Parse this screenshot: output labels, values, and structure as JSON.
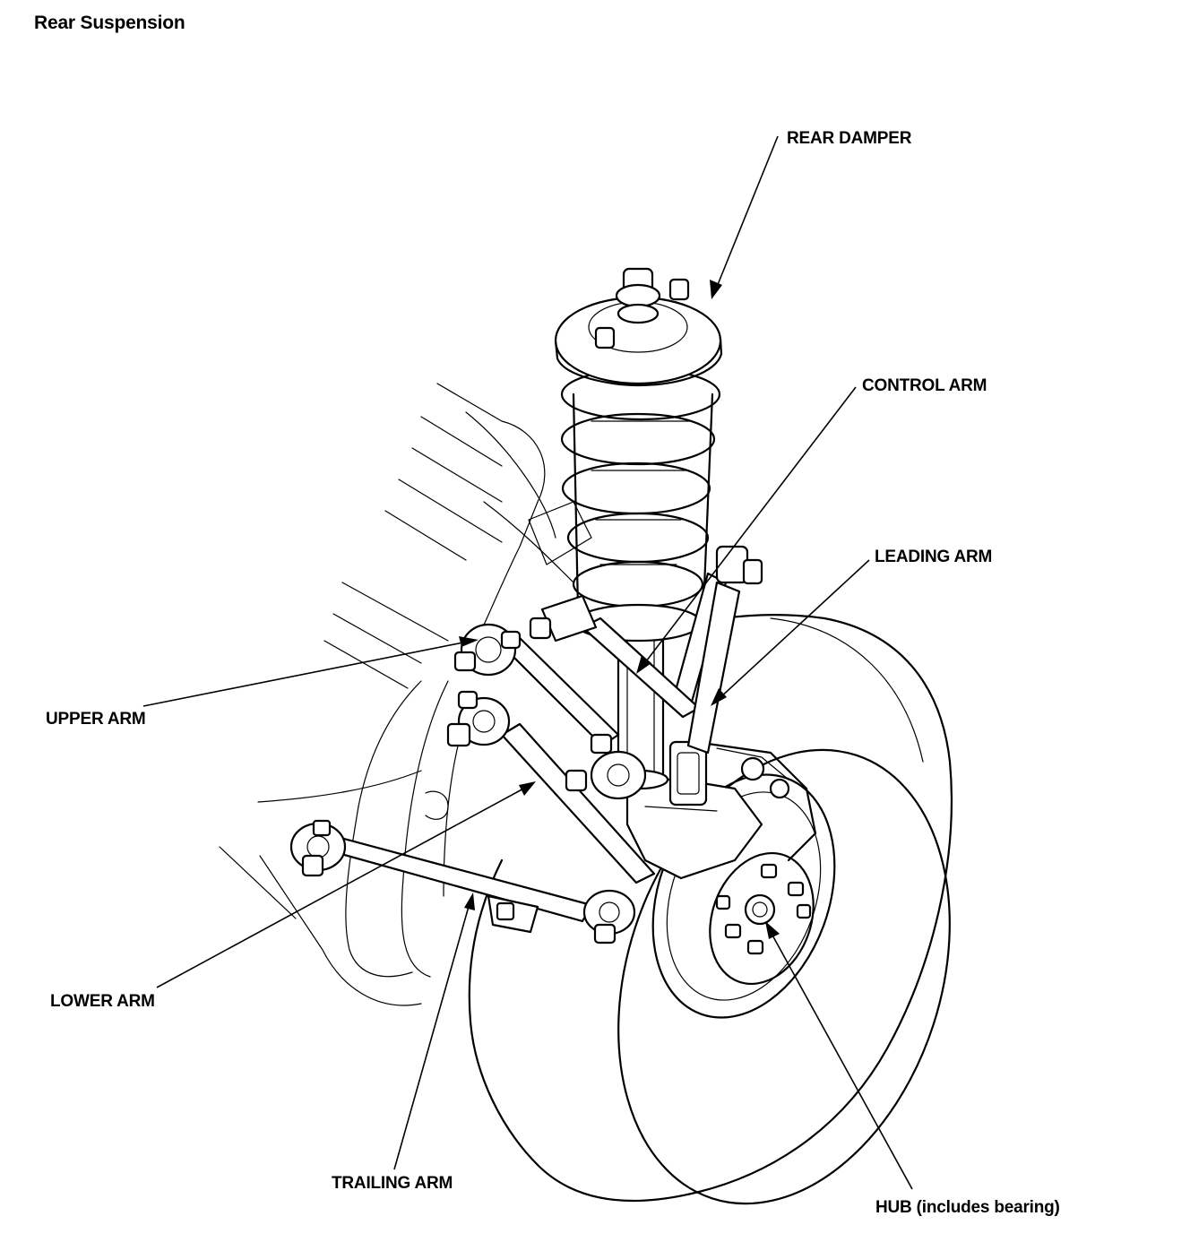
{
  "title": "Rear Suspension",
  "labels": {
    "rear_damper": "REAR DAMPER",
    "control_arm": "CONTROL ARM",
    "leading_arm": "LEADING ARM",
    "upper_arm": "UPPER ARM",
    "lower_arm": "LOWER ARM",
    "trailing_arm": "TRAILING ARM",
    "hub": "HUB (includes bearing)"
  }
}
